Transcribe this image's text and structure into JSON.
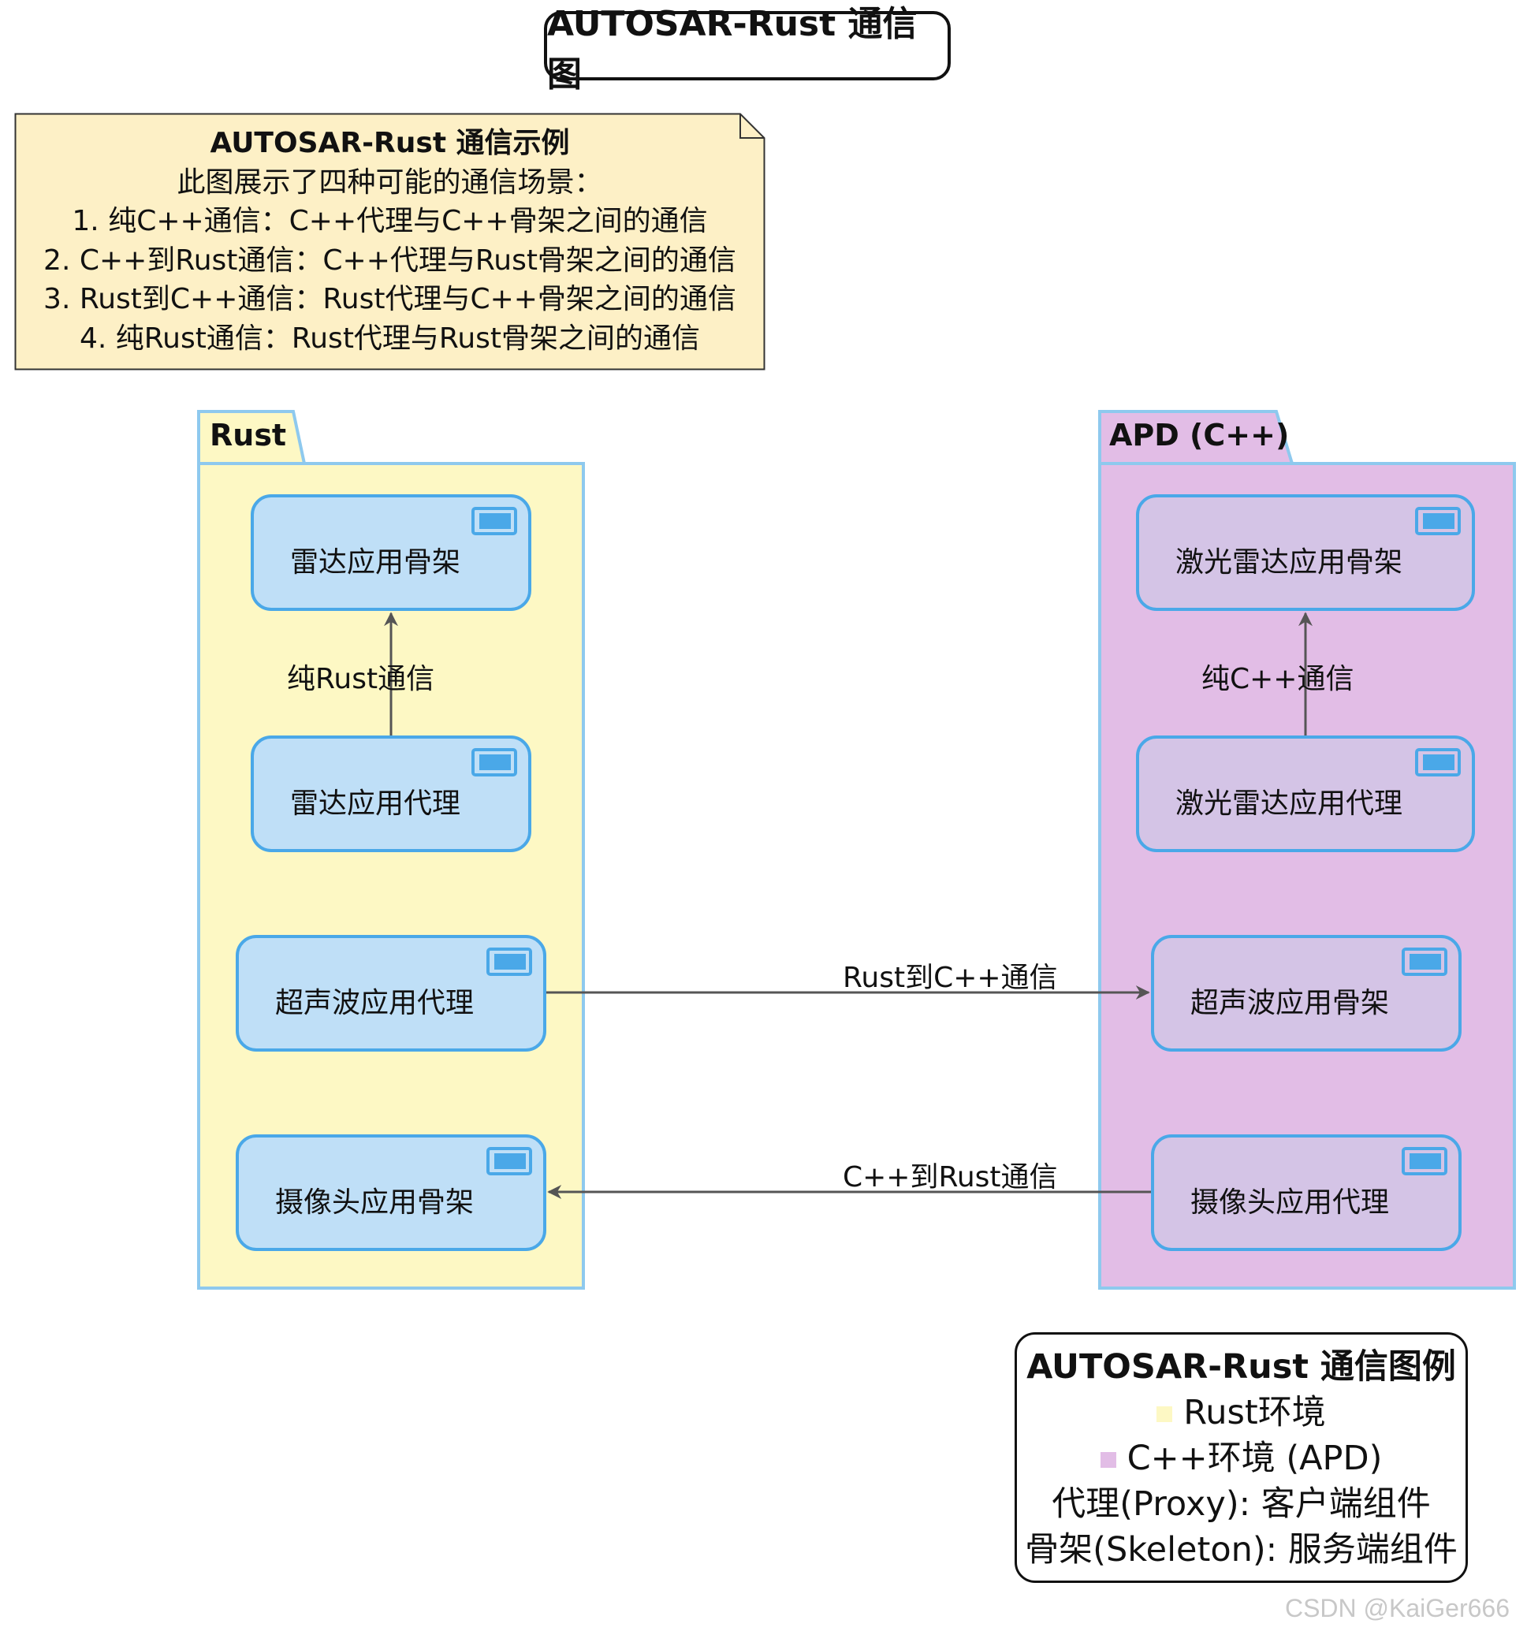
{
  "title": "AUTOSAR-Rust 通信图",
  "note": {
    "heading": "AUTOSAR-Rust 通信示例",
    "lines": [
      "此图展示了四种可能的通信场景：",
      "1. 纯C++通信：C++代理与C++骨架之间的通信",
      "2. C++到Rust通信：C++代理与Rust骨架之间的通信",
      "3. Rust到C++通信：Rust代理与C++骨架之间的通信",
      "4. 纯Rust通信：Rust代理与Rust骨架之间的通信"
    ]
  },
  "packages": {
    "rust": {
      "label": "Rust",
      "color": "#fdf8c4",
      "components": [
        "雷达应用骨架",
        "雷达应用代理",
        "超声波应用代理",
        "摄像头应用骨架"
      ]
    },
    "cpp": {
      "label": "APD (C++)",
      "color": "#e2bde6",
      "components": [
        "激光雷达应用骨架",
        "激光雷达应用代理",
        "超声波应用骨架",
        "摄像头应用代理"
      ]
    }
  },
  "connections": [
    {
      "from": "雷达应用代理",
      "to": "雷达应用骨架",
      "label": "纯Rust通信"
    },
    {
      "from": "激光雷达应用代理",
      "to": "激光雷达应用骨架",
      "label": "纯C++通信"
    },
    {
      "from": "超声波应用代理",
      "to": "超声波应用骨架",
      "label": "Rust到C++通信"
    },
    {
      "from": "摄像头应用代理",
      "to": "摄像头应用骨架",
      "label": "C++到Rust通信"
    }
  ],
  "legend": {
    "heading": "AUTOSAR-Rust 通信图例",
    "rust_env": "Rust环境",
    "cpp_env": "C++环境 (APD)",
    "proxy": "代理(Proxy): 客户端组件",
    "skeleton": "骨架(Skeleton): 服务端组件"
  },
  "watermark": "CSDN @KaiGer666",
  "colors": {
    "component_border": "#4aa8e8",
    "rust_component_fill": "#bfdff7",
    "cpp_component_fill": "#d4c4e6",
    "package_border": "#8ec9ee",
    "note_fill": "#fdf0c6",
    "arrow": "#555555"
  }
}
